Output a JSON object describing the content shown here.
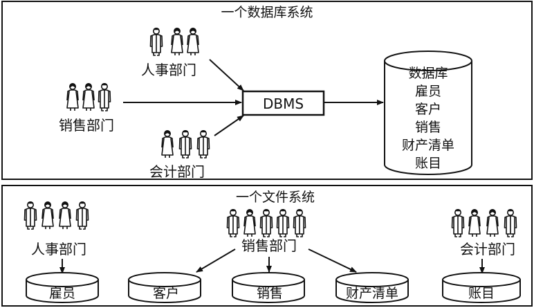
{
  "top_panel": {
    "title": "一个数据库系统",
    "departments": {
      "hr": "人事部门",
      "sales": "销售部门",
      "accounting": "会计部门"
    },
    "dbms_label": "DBMS",
    "database": {
      "title": "数据库",
      "tables": [
        "雇员",
        "客户",
        "销售",
        "财产清单",
        "账目"
      ]
    }
  },
  "bottom_panel": {
    "title": "一个文件系统",
    "departments": {
      "hr": "人事部门",
      "sales": "销售部门",
      "accounting": "会计部门"
    },
    "files": [
      "雇员",
      "客户",
      "销售",
      "财产清单",
      "账目"
    ]
  }
}
